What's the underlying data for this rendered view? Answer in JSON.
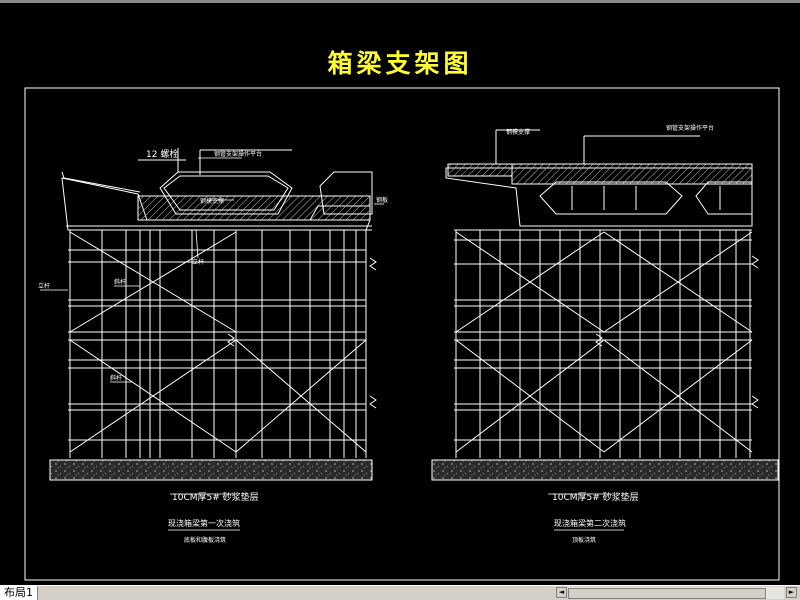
{
  "title": "箱梁支架图",
  "colors": {
    "background": "#000000",
    "title": "#ffff33",
    "line": "#ffffff",
    "frame": "#ffffff"
  },
  "left": {
    "callout_top": "12 螺栓",
    "callout_platform": "钢管支架操作平台",
    "callout_inner": "钢模支撑",
    "callout_post": "立杆",
    "label_vertical": "立杆",
    "label_brace1": "斜杆",
    "label_brace2": "斜杆",
    "label_side": "钢板",
    "footing": "10CM厚5# 砂浆垫层",
    "caption": "现浇箱梁第一次浇筑",
    "subcaption": "底板和腹板浇筑"
  },
  "right": {
    "callout_top": "钢模支撑",
    "callout_platform": "钢管支架操作平台",
    "footing": "10CM厚5# 砂浆垫层",
    "caption": "现浇箱梁第二次浇筑",
    "subcaption": "顶板浇筑"
  },
  "statusbar": {
    "tab": "布局1",
    "left_arrow": "◄",
    "right_arrow": "►"
  }
}
